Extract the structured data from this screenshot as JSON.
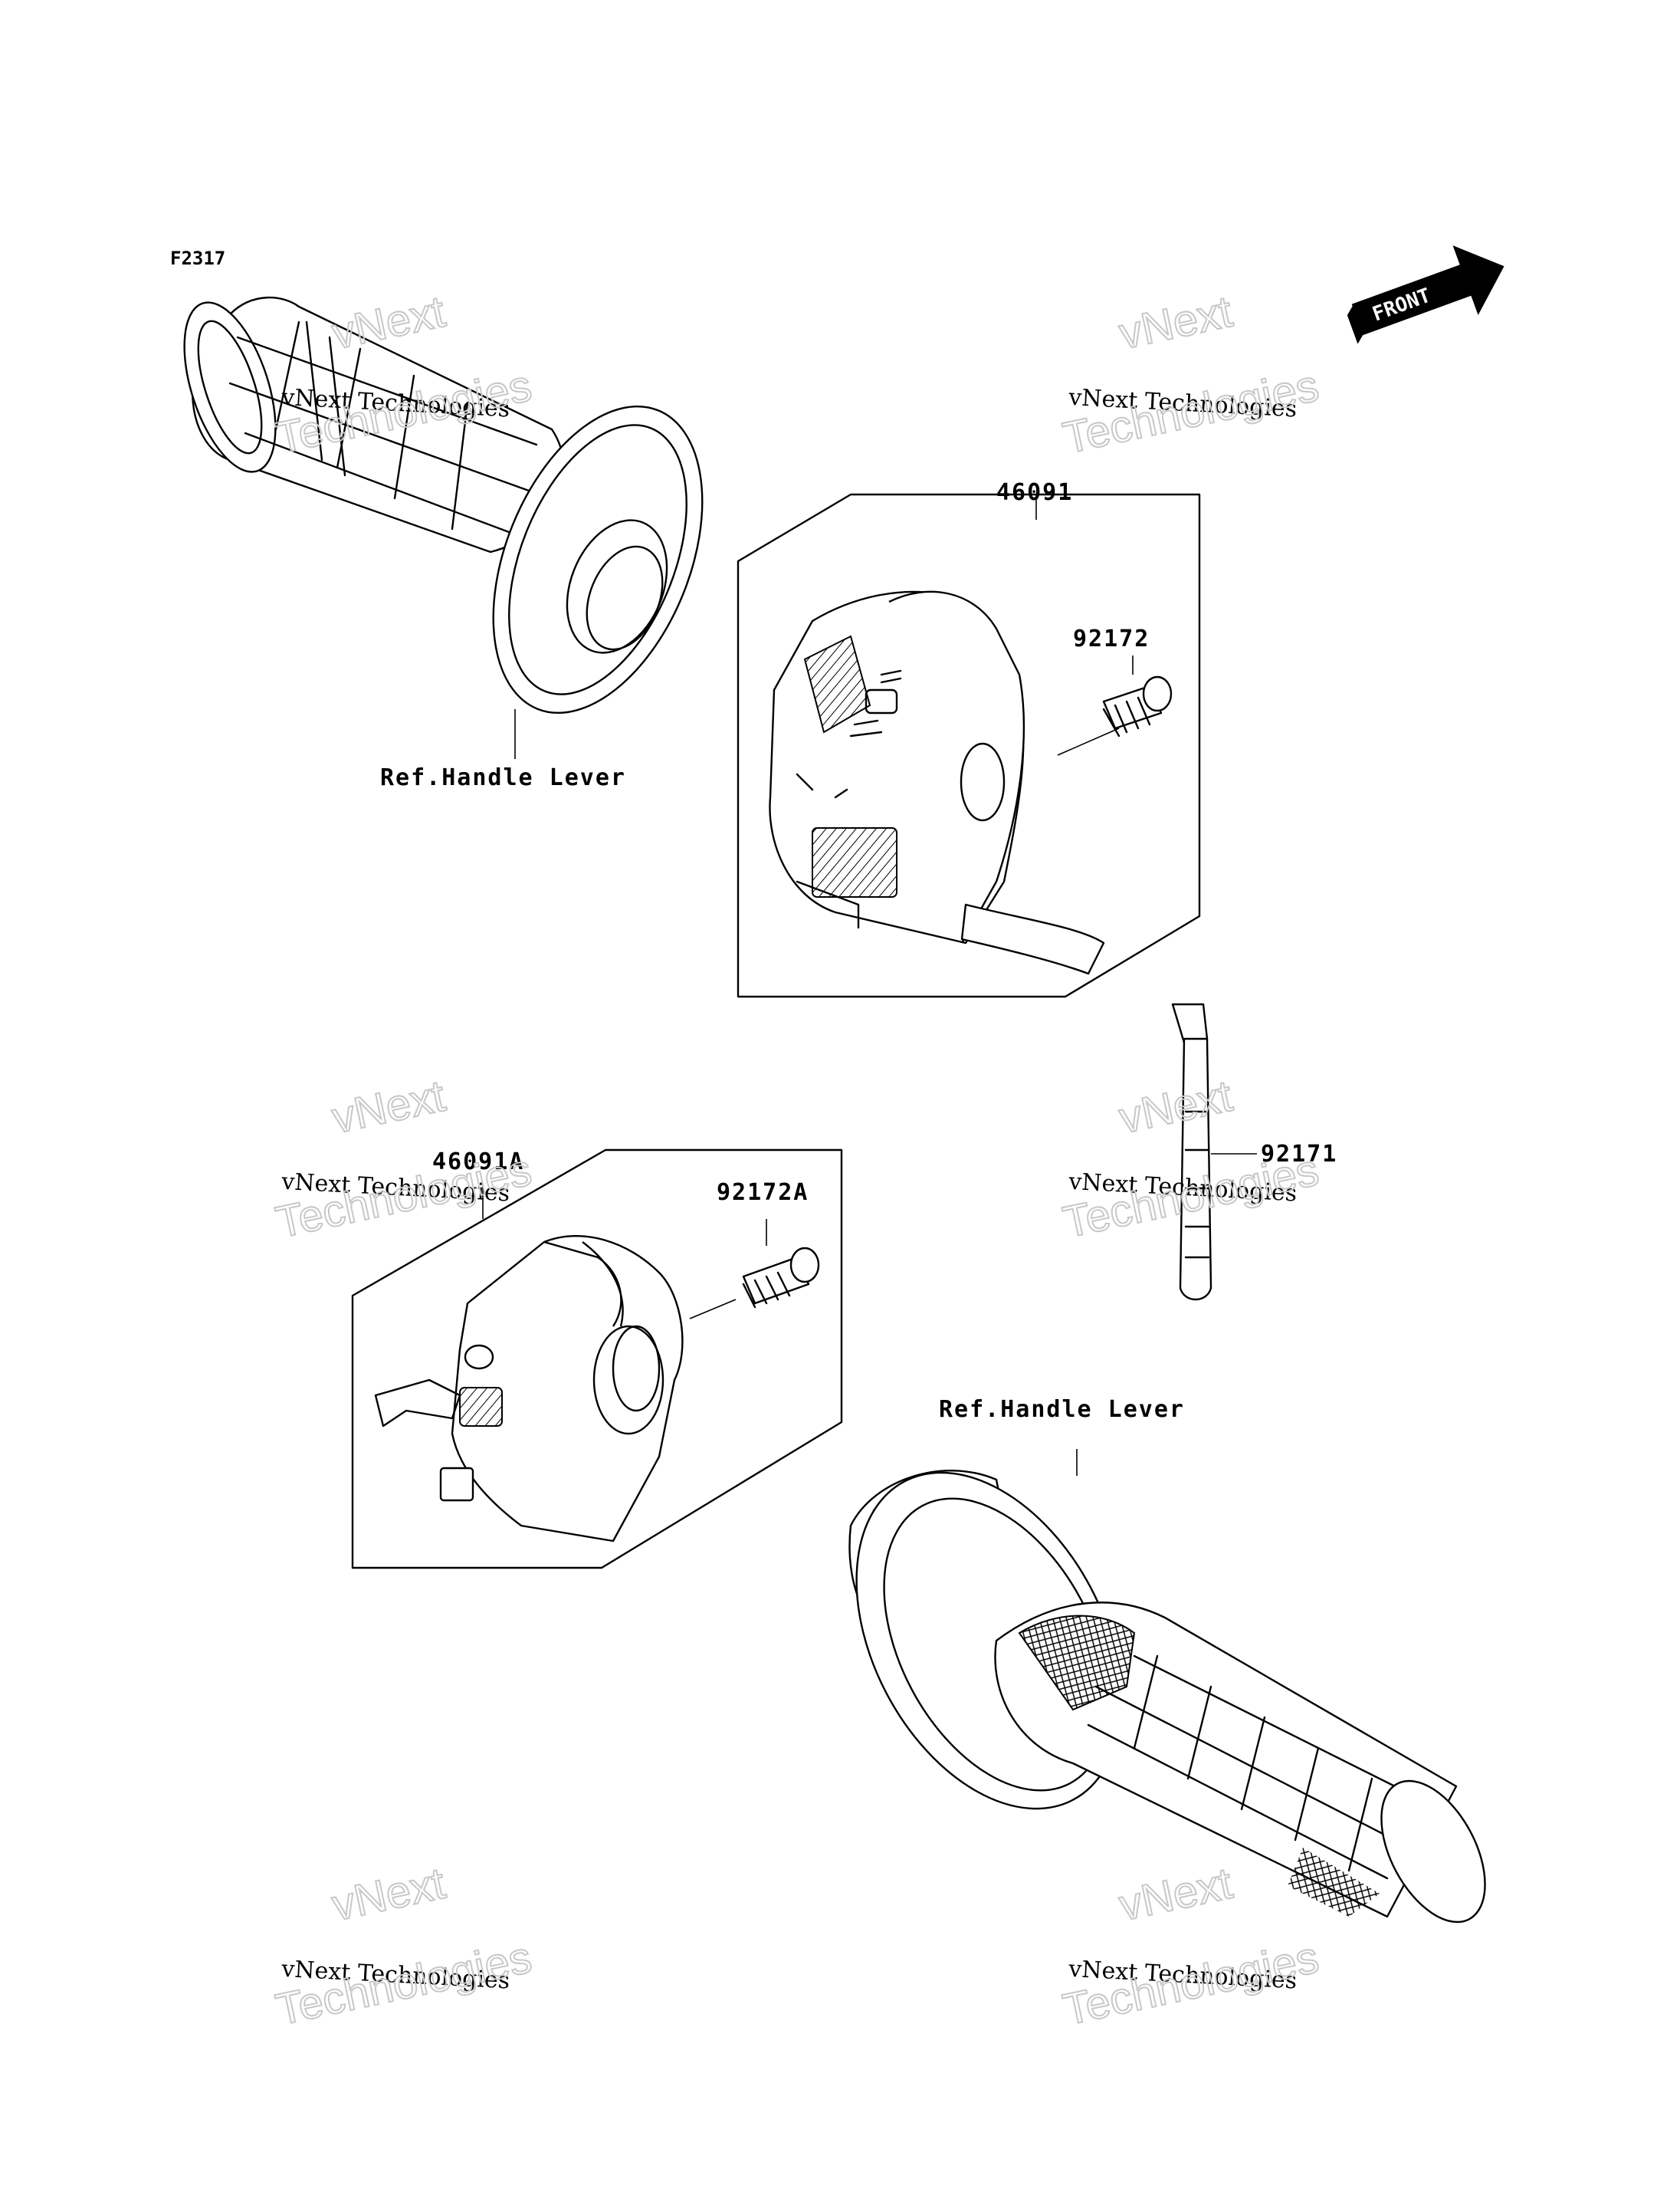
{
  "diagram_code": "F2317",
  "watermark": {
    "line1": "vNext",
    "line2": "vNext Technologies",
    "line3": "Technologies"
  },
  "front_indicator": "FRONT",
  "parts": {
    "switch_right": "46091",
    "screw_right": "92172",
    "switch_left": "46091A",
    "screw_left": "92172A",
    "cable_tie": "92171",
    "grip_left_ref": "Ref.Handle Lever",
    "grip_right_ref": "Ref.Handle Lever"
  }
}
